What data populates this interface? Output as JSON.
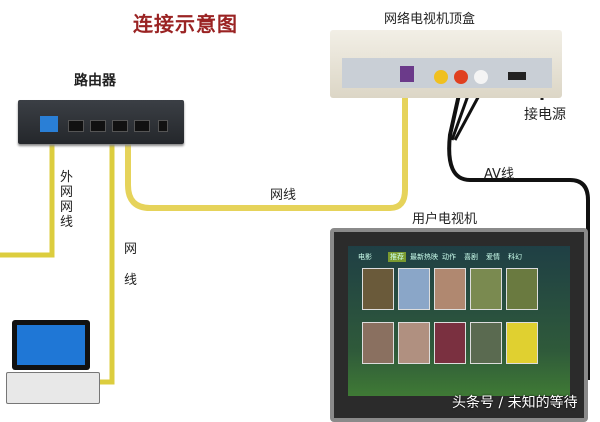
{
  "diagram": {
    "title": "连接示意图",
    "nodes": {
      "router": {
        "label": "路由器"
      },
      "set_top_box": {
        "label": "网络电视机顶盒"
      },
      "power": {
        "label": "接电源"
      },
      "tv": {
        "label": "用户电视机"
      },
      "laptop": {
        "label": ""
      }
    },
    "edges": {
      "wan_cable": {
        "label": "外网网线",
        "chars": [
          "外",
          "网",
          "网",
          "线"
        ]
      },
      "router_to_stb": {
        "label": "网线"
      },
      "router_to_laptop": {
        "label": "网线",
        "chars": [
          "网",
          "线"
        ]
      },
      "stb_to_tv": {
        "label": "AV线"
      }
    },
    "colors": {
      "title": "#9a2323",
      "ethernet_cable": "#e3cf4a",
      "av_cable": "#111111"
    },
    "tv_screen": {
      "tabs": [
        "电影",
        "推荐",
        "最新热映",
        "动作",
        "喜剧",
        "爱情",
        "科幻"
      ]
    },
    "watermark": "头条号 / 未知的等待"
  }
}
